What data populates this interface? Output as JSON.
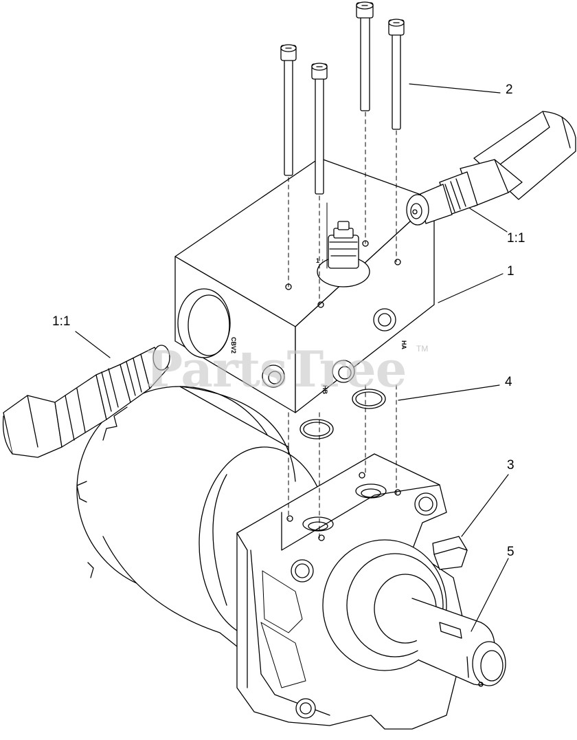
{
  "callouts": {
    "c1": "1",
    "c2": "2",
    "c3": "3",
    "c4": "4",
    "c5": "5",
    "c1_1_right": "1:1",
    "c1_1_left": "1:1"
  },
  "block_stamps": {
    "cbv2": "CBV2",
    "hb": "HB",
    "ha": "HA"
  },
  "watermark": {
    "text": "PartsTree",
    "tm": "TM"
  }
}
